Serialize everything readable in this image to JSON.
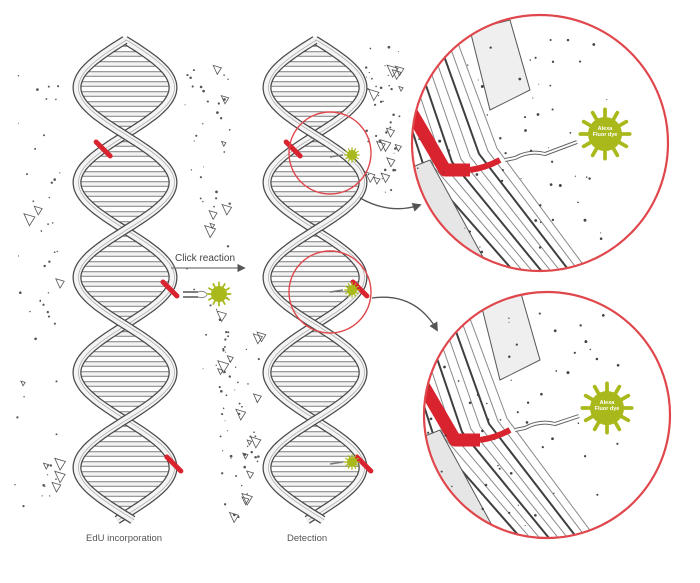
{
  "labels": {
    "edu_incorporation": "EdU incorporation",
    "detection": "Detection",
    "click_reaction": "Click reaction",
    "dye_line1": "Alexa",
    "dye_line2": "Fluor dye"
  },
  "colors": {
    "dna_stroke": "#4a4a4a",
    "dna_fill": "#f2f2f2",
    "edu_red": "#d9232e",
    "circle_red": "#e0474c",
    "dye_green": "#a9b91b",
    "arrow_grey": "#666666"
  },
  "icons": [
    "dna-helix",
    "fluorescent-dye-sun",
    "magnifier-circle",
    "click-arrow"
  ]
}
